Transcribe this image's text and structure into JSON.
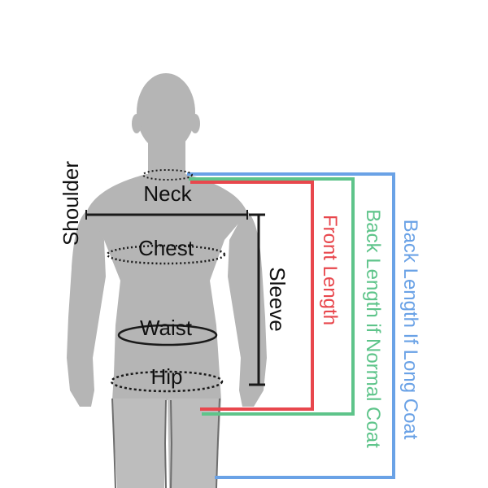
{
  "labels": {
    "shoulder": "Shoulder",
    "neck": "Neck",
    "chest": "Chest",
    "waist": "Waist",
    "hip": "Hip",
    "sleeve": "Sleeve",
    "front_length": "Front Length",
    "back_length_normal": "Back Length if Normal Coat",
    "back_length_long": "Back Length If Long Coat"
  },
  "colors": {
    "body": "#b5b5b5",
    "text": "#111111",
    "front_length": "#e8474d",
    "back_length_normal": "#5ec48a",
    "back_length_long": "#6aa2e6",
    "measure_line": "#1a1a1a"
  }
}
